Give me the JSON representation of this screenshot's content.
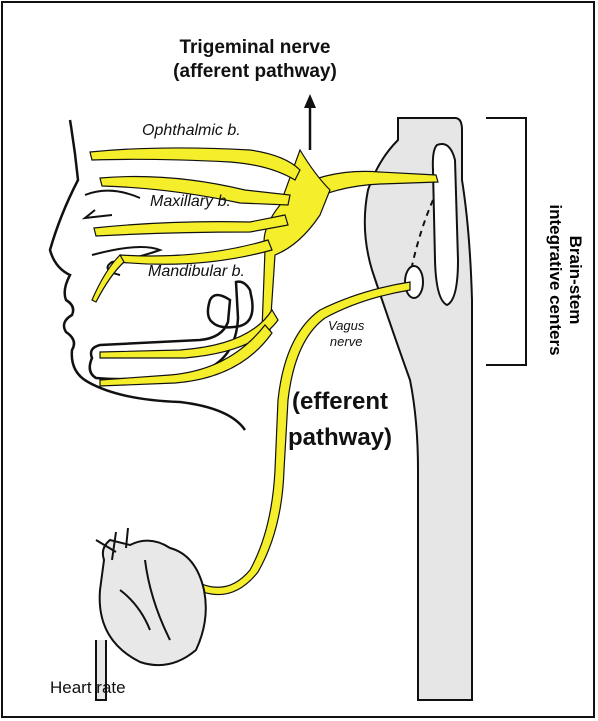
{
  "title": {
    "line1": "Trigeminal nerve",
    "line2": "(afferent pathway)"
  },
  "branches": {
    "ophthalmic": "Ophthalmic b.",
    "maxillary": "Maxillary b.",
    "mandibular": "Mandibular b."
  },
  "vagus": {
    "line1": "Vagus",
    "line2": "nerve"
  },
  "efferent": {
    "line1": "(efferent",
    "line2": "pathway)"
  },
  "brainstem": {
    "line1": "Brain-stem",
    "line2": "integrative centers"
  },
  "heart_label": "Heart rate",
  "colors": {
    "nerve": "#f5ee2a",
    "brainstem": "#e6e6e6",
    "outline": "#111111"
  }
}
